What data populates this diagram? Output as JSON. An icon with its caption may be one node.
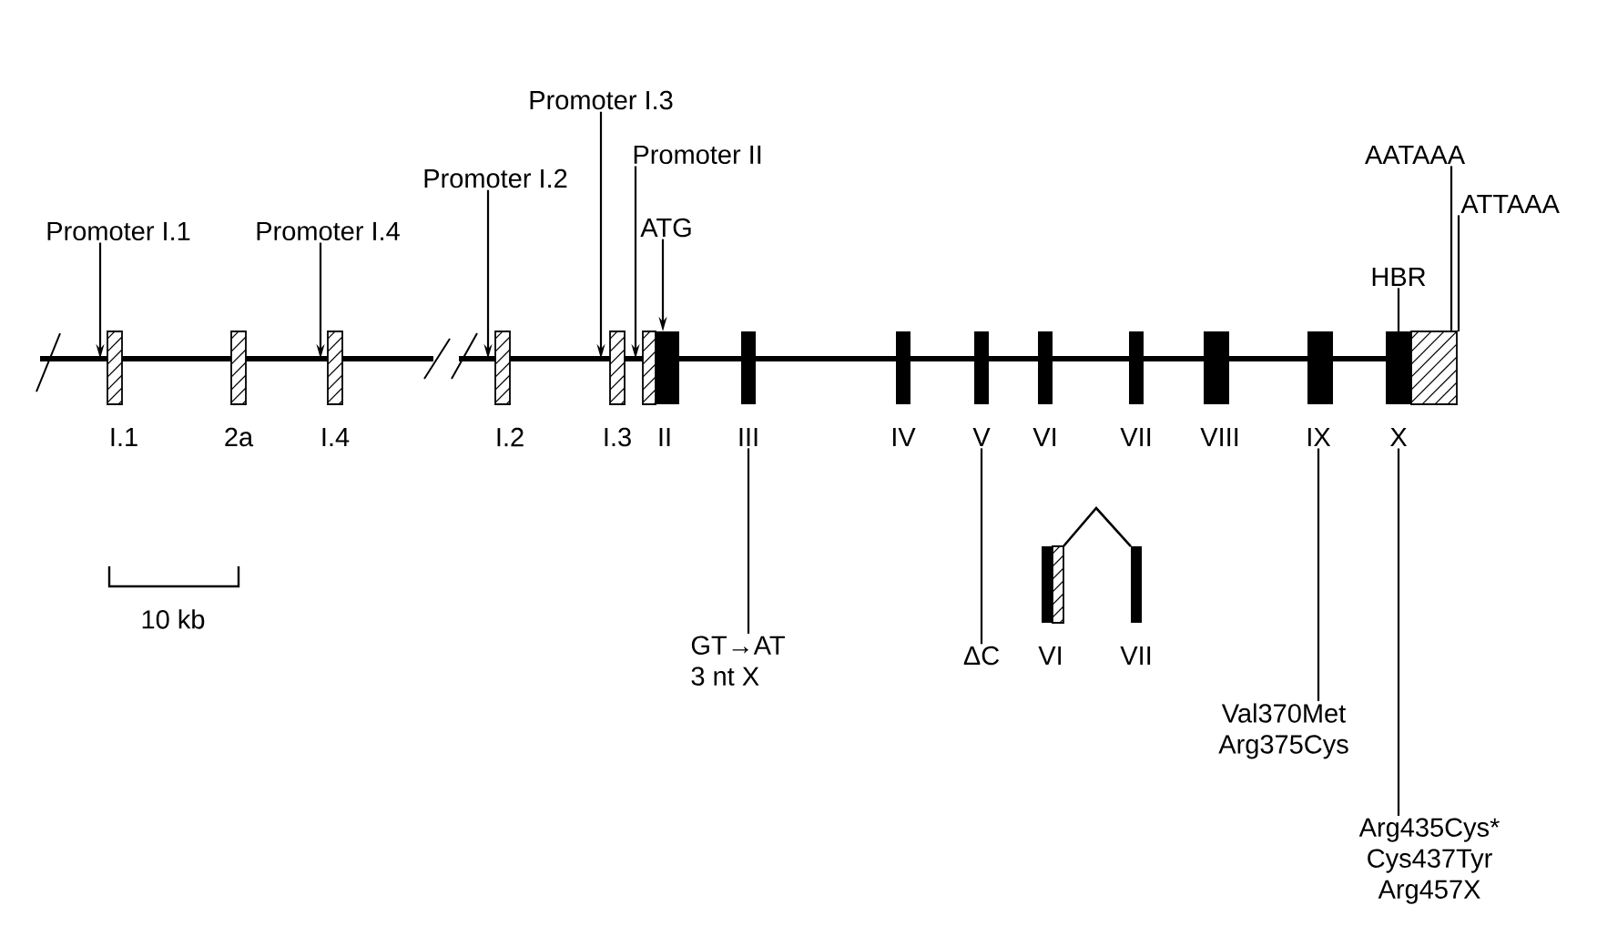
{
  "diagram": {
    "nodes": [
      {
        "text": [
          "Promoter I.3"
        ]
      },
      {
        "text": [
          "Promoter I.2"
        ]
      },
      {
        "text": [
          "Promoter II"
        ]
      },
      {
        "text": [
          "Promoter I.1"
        ]
      },
      {
        "text": [
          "Promoter I.4"
        ]
      },
      {
        "text": [
          "ATG"
        ]
      },
      {
        "text": [
          "AATAAA"
        ]
      },
      {
        "text": [
          "ATTAAA"
        ]
      },
      {
        "text": [
          "HBR"
        ]
      },
      {
        "text": [
          "I.1"
        ]
      },
      {
        "text": [
          "2a"
        ]
      },
      {
        "text": [
          "I.4"
        ]
      },
      {
        "text": [
          "I.2"
        ]
      },
      {
        "text": [
          "I.3"
        ]
      },
      {
        "text": [
          "II"
        ]
      },
      {
        "text": [
          "III"
        ]
      },
      {
        "text": [
          "IV"
        ]
      },
      {
        "text": [
          "V"
        ]
      },
      {
        "text": [
          "VI"
        ]
      },
      {
        "text": [
          "VII"
        ]
      },
      {
        "text": [
          "VIII"
        ]
      },
      {
        "text": [
          "IX"
        ]
      },
      {
        "text": [
          "X"
        ]
      },
      {
        "text": [
          "GT→AT",
          "3 nt X"
        ]
      },
      {
        "text": [
          "ΔC"
        ]
      },
      {
        "text": [
          "VI"
        ]
      },
      {
        "text": [
          "VII"
        ]
      },
      {
        "text": [
          "Val370Met",
          "Arg375Cys"
        ]
      },
      {
        "text": [
          "Arg435Cys*",
          "Cys437Tyr",
          "Arg457X"
        ]
      }
    ],
    "edges": [
      {
        "from": 3,
        "to": 9,
        "arrow": "to"
      },
      {
        "from": 4,
        "to": 11,
        "arrow": "to"
      },
      {
        "from": 1,
        "to": 12,
        "arrow": "to"
      },
      {
        "from": 0,
        "to": 13,
        "arrow": "to"
      },
      {
        "from": 2,
        "to": 14,
        "arrow": "to"
      },
      {
        "from": 5,
        "to": 14,
        "arrow": "to"
      },
      {
        "from": 8,
        "to": 22,
        "arrow": "none"
      },
      {
        "from": 6,
        "to": 22,
        "arrow": "none"
      },
      {
        "from": 7,
        "to": 22,
        "arrow": "none"
      },
      {
        "from": 23,
        "to": 15,
        "arrow": "none"
      },
      {
        "from": 24,
        "to": 17,
        "arrow": "none"
      },
      {
        "from": 27,
        "to": 21,
        "arrow": "none"
      },
      {
        "from": 28,
        "to": 22,
        "arrow": "none"
      },
      {
        "from": 25,
        "to": 26,
        "arrow": "none"
      }
    ],
    "labels": [
      "10 kb"
    ]
  }
}
